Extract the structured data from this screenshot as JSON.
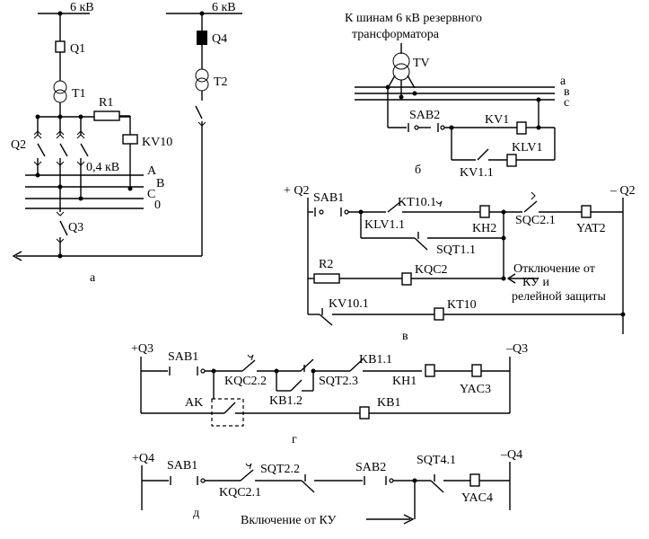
{
  "scheme_a": {
    "bus_left": "6 кВ",
    "bus_right": "6 кВ",
    "q1": "Q1",
    "q4": "Q4",
    "t1": "T1",
    "t2": "T2",
    "r1": "R1",
    "kv10": "KV10",
    "q2": "Q2",
    "voltage_low": "0,4 кВ",
    "phase_a": "A",
    "phase_b": "B",
    "phase_c": "C",
    "phase_0": "0",
    "q3": "Q3",
    "caption": "а"
  },
  "scheme_b": {
    "title_line1": "К шинам 6 кВ резервного",
    "title_line2": "трансформатора",
    "tv": "TV",
    "bus_a": "а",
    "bus_v": "в",
    "bus_c": "с",
    "sab2": "SAB2",
    "kv1": "KV1",
    "klv1": "KLV1",
    "kv1_1": "KV1.1",
    "caption": "б"
  },
  "scheme_v": {
    "plus_q2": "+ Q2",
    "minus_q2": "– Q2",
    "sab1": "SAB1",
    "kt10_1": "KT10.1",
    "klv1_1": "KLV1.1",
    "kh2": "KH2",
    "sqc2_1": "SQC2.1",
    "yat2": "YAT2",
    "sqt1_1": "SQT1.1",
    "r2": "R2",
    "kqc2": "KQC2",
    "note_line1": "Отключение от",
    "note_line2": "КУ  и",
    "note_line3": "релейной  защиты",
    "kv10_1": "KV10.1",
    "kt10": "KT10",
    "caption": "в"
  },
  "scheme_g": {
    "plus_q3": "+Q3",
    "minus_q3": "–Q3",
    "sab1": "SAB1",
    "kqc2_2": "KQC2.2",
    "sqt2_3": "SQT2.3",
    "kb1_1": "KB1.1",
    "kh1": "KH1",
    "yac3": "YAC3",
    "ak": "AK",
    "kb1_2": "KB1.2",
    "kb1": "KB1",
    "caption": "г"
  },
  "scheme_d": {
    "plus_q4": "+Q4",
    "minus_q4": "–Q4",
    "sab1": "SAB1",
    "kqc2_1": "KQC2.1",
    "sqt2_2": "SQT2.2",
    "sab2": "SAB2",
    "sqt4_1": "SQT4.1",
    "yac4": "YAC4",
    "note": "Включение от КУ",
    "caption": "д"
  }
}
